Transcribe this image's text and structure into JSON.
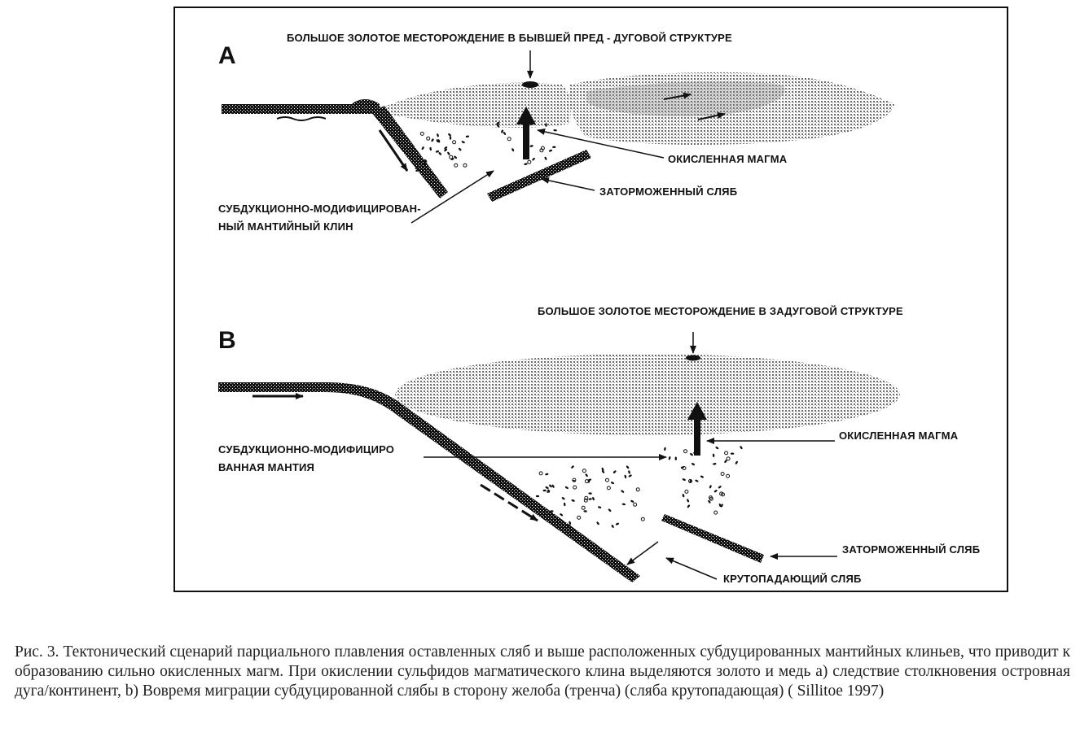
{
  "panel_a": {
    "letter": "A",
    "title": "БОЛЬШОЕ ЗОЛОТОЕ МЕСТОРОЖДЕНИЕ В БЫВШЕЙ ПРЕД - ДУГОВОЙ СТРУКТУРЕ",
    "oxidized_magma": "ОКИСЛЕННАЯ МАГМА",
    "stalled_slab": "ЗАТОРМОЖЕННЫЙ СЛЯБ",
    "wedge_line1": "СУБДУКЦИОННО-МОДИФИЦИРОВАН-",
    "wedge_line2": "НЫЙ МАНТИЙНЫЙ КЛИН"
  },
  "panel_b": {
    "letter": "B",
    "title": "БОЛЬШОЕ ЗОЛОТОЕ МЕСТОРОЖДЕНИЕ В ЗАДУГОВОЙ СТРУКТУРЕ",
    "oxidized_magma": "ОКИСЛЕННАЯ МАГМА",
    "mantle_line1": "СУБДУКЦИОННО-МОДИФИЦИРО",
    "mantle_line2": "ВАННАЯ МАНТИЯ",
    "stalled_slab": "ЗАТОРМОЖЕННЫЙ СЛЯБ",
    "steep_slab": "КРУТОПАДАЮЩИЙ СЛЯБ"
  },
  "caption": "Рис. 3. Тектонический сценарий парциального плавления оставленных сляб и выше расположенных субдуцированных мантийных клиньев, что приводит к образованию сильно окисленных магм. При окислении сульфидов магматического клина выделяются золото и медь а) следствие столкновения островная дуга/континент, b) Вовремя миграции субдуцированной слябы в сторону желоба (тренча) (сляба крутопадающая) ( Sillitoe 1997)"
}
